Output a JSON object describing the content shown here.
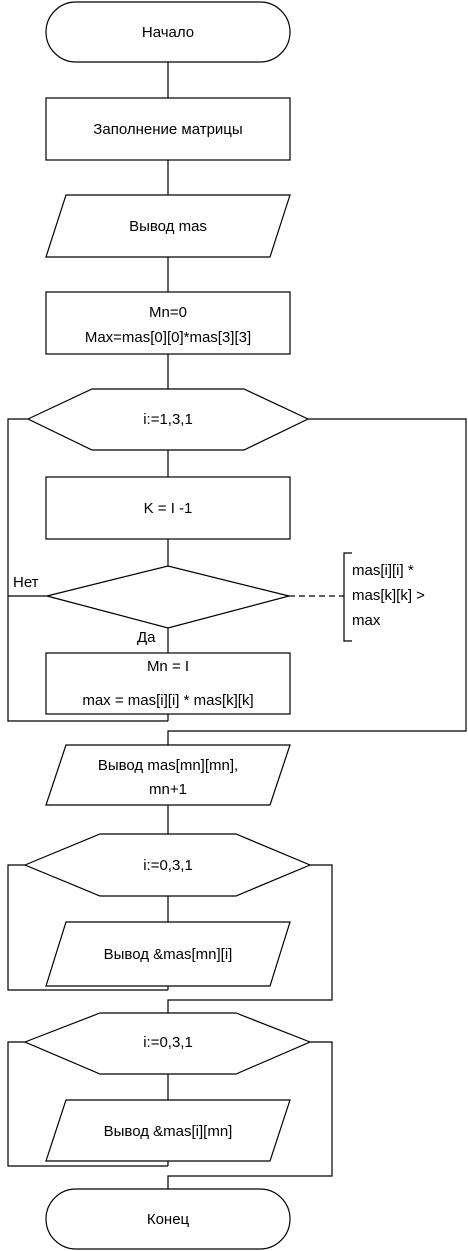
{
  "flowchart": {
    "start": "Начало",
    "fill_matrix": "Заполнение матрицы",
    "output_mas": "Вывод mas",
    "init": [
      "Mn=0",
      "Max=mas[0][0]*mas[3][3]"
    ],
    "loop1": "i:=1,3,1",
    "k_assign": "K = I -1",
    "decision_no": "Нет",
    "decision_yes": "Да",
    "condition_comment": [
      "mas[i][i] *",
      "mas[k][k] >",
      "max"
    ],
    "update": [
      "Mn = I",
      "max = mas[i][i] * mas[k][k]"
    ],
    "output_result": [
      "Вывод mas[mn][mn],",
      "mn+1"
    ],
    "loop2": "i:=0,3,1",
    "output_row": "Вывод &mas[mn][i]",
    "loop3": "i:=0,3,1",
    "output_col": "Вывод &mas[i][mn]",
    "end": "Конец"
  }
}
